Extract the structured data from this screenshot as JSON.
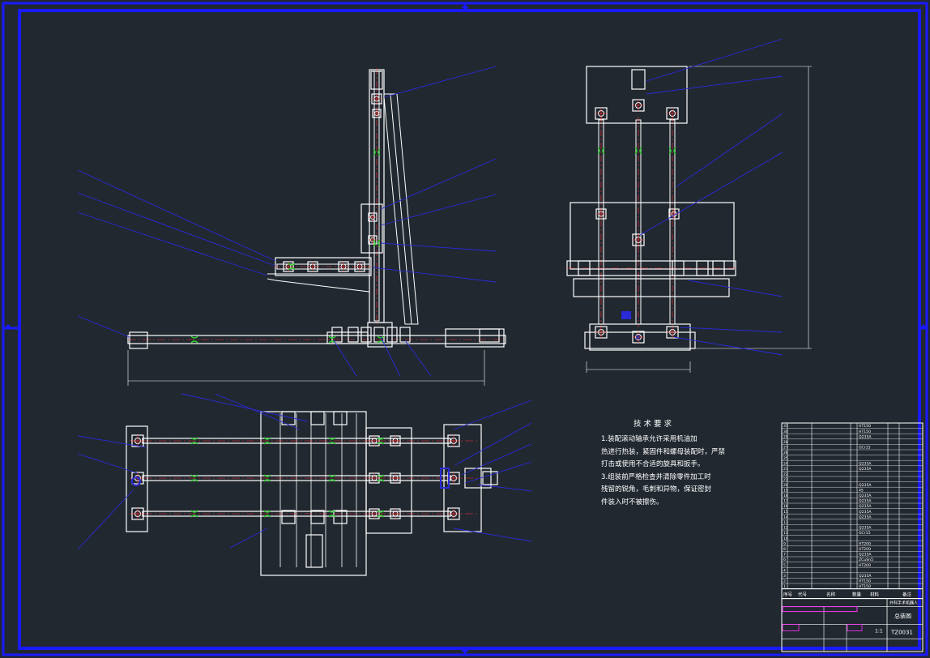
{
  "drawing": {
    "sheet": "CAD assembly drawing",
    "colors": {
      "background": "#212830",
      "frame": "#1a1aff",
      "geometry": "#ffffff",
      "leaders": "#2a2ad8",
      "centerlines": "#ff3030",
      "highlight": "#30d030",
      "magenta": "#ff33ff"
    }
  },
  "tech_requirements": {
    "title": "技术要求",
    "lines": [
      "1.装配滚动轴承允许采用机油加",
      "热进行热装，紧固件和螺母装配时，严禁",
      "打击或使用不合适的旋具和扳手。",
      "3.组装前严格检查并清除零件加工时",
      "残留的锐角，毛刺和异物，保证密封",
      "件装入时不被擦伤。"
    ]
  },
  "title_block": {
    "drawing_name": "外科手术机器人",
    "part_name": "总装图",
    "drawing_code": "TZ0031",
    "scale": "1:1",
    "header_labels": [
      "序号",
      "代号",
      "名称",
      "数量",
      "材料",
      "备注"
    ]
  },
  "bom": {
    "materials": [
      "HT150",
      "HT150",
      "Q235A",
      "",
      "GCr15",
      "",
      "",
      "Q235A",
      "Q235A",
      "",
      "",
      "Q235A",
      "45",
      "Q235A",
      "Q235A",
      "Q235A",
      "Q235A",
      "Q235A",
      "",
      "Q235A",
      "GCr15",
      "",
      "HT200",
      "HT200",
      "Q235A",
      "ZCuSn5",
      "HT200",
      "",
      "Q235A",
      "HT150",
      "HT150"
    ]
  }
}
